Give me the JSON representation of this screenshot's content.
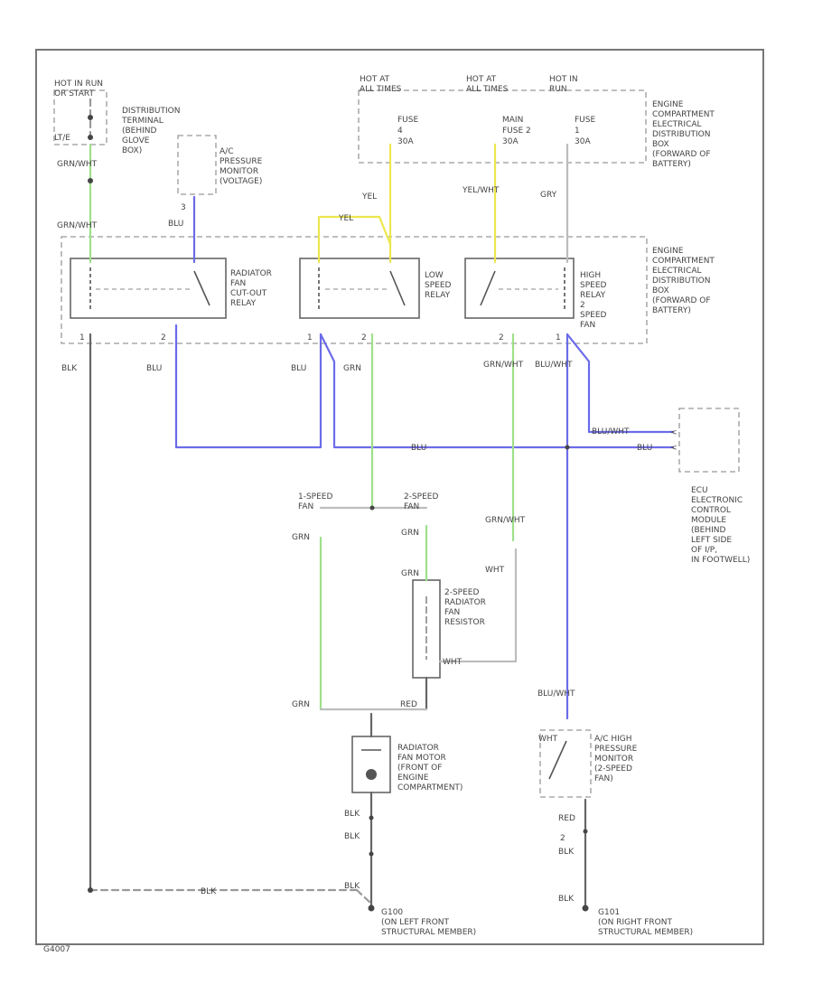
{
  "power": [
    {
      "id": "hot_in_run",
      "lines": [
        "HOT IN RUN",
        "OR START"
      ]
    },
    {
      "id": "hot_at_all_1",
      "lines": [
        "HOT AT",
        "ALL TIMES"
      ]
    },
    {
      "id": "hot_at_all_2",
      "lines": [
        "HOT AT",
        "ALL TIMES"
      ]
    },
    {
      "id": "hot_in_run_2",
      "lines": [
        "HOT IN",
        "RUN"
      ]
    }
  ],
  "fuses": [
    {
      "id": "fuse_a",
      "lines": [
        "FUSE",
        "4",
        "30A"
      ]
    },
    {
      "id": "fuse_b",
      "lines": [
        "MAIN",
        "FUSE 2",
        "30A"
      ]
    },
    {
      "id": "fuse_c",
      "lines": [
        "FUSE",
        "1",
        "30A"
      ]
    }
  ],
  "components": {
    "dist_terminal": [
      "DISTRIBUTION",
      "TERMINAL",
      "(BEHIND",
      "GLOVE",
      "BOX)"
    ],
    "ac_monitor": [
      "A/C",
      "PRESSURE",
      "MONITOR",
      "(VOLTAGE)"
    ],
    "ecd_top": [
      "ENGINE",
      "COMPARTMENT",
      "ELECTRICAL",
      "DISTRIBUTION",
      "BOX",
      "(FORWARD OF",
      "BATTERY)"
    ],
    "ecd_mid": [
      "ENGINE",
      "COMPARTMENT",
      "ELECTRICAL",
      "DISTRIBUTION",
      "BOX",
      "(FORWARD OF",
      "BATTERY)"
    ],
    "cutout_relay": [
      "RADIATOR",
      "FAN",
      "CUT-OUT",
      "RELAY"
    ],
    "low_relay": [
      "LOW",
      "SPEED",
      "RELAY"
    ],
    "high_relay": [
      "HIGH",
      "SPEED",
      "RELAY",
      "2",
      "SPEED",
      "FAN"
    ],
    "ecu": [
      "ECU",
      "ELECTRONIC",
      "CONTROL",
      "MODULE",
      "(BEHIND",
      "LEFT SIDE",
      "OF I/P,",
      "IN FOOTWELL)"
    ],
    "resistor": [
      "2-SPEED",
      "RADIATOR",
      "FAN",
      "RESISTOR"
    ],
    "fan_motor": [
      "RADIATOR",
      "FAN MOTOR",
      "(FRONT OF",
      "ENGINE",
      "COMPARTMENT)"
    ],
    "hp_monitor": [
      "A/C HIGH",
      "PRESSURE",
      "MONITOR",
      "(2-SPEED",
      "FAN)"
    ],
    "g100": [
      "G100",
      "(ON LEFT FRONT",
      "STRUCTURAL MEMBER)"
    ],
    "g101": [
      "G101",
      "(ON RIGHT FRONT",
      "STRUCTURAL MEMBER)"
    ]
  },
  "labels": {
    "lte": "LT/E",
    "wire_grn_wht_1": "GRN/WHT",
    "wire_grn_wht_2": "GRN/WHT",
    "wire_yel": "YEL",
    "wire_yel_2": "YEL",
    "wire_yel_wht": "YEL/WHT",
    "wire_gry": "GRY",
    "wire_blu_top": "BLU",
    "wire_blk_left": "BLK",
    "wire_blu_1": "BLU",
    "wire_blu_2": "BLU",
    "wire_grn": "GRN",
    "wire_grn_wht_3": "GRN/WHT",
    "wire_blu_wht": "BLU/WHT",
    "wire_blu_wht_2": "BLU/WHT",
    "wire_blu_ecu": "BLU",
    "speed1": [
      "1-SPEED",
      "FAN"
    ],
    "speed2": [
      "2-SPEED",
      "FAN"
    ],
    "wire_grn_a": "GRN",
    "wire_grn_b": "GRN",
    "wire_grn_c": "GRN",
    "wire_grn_wht_4": "GRN/WHT",
    "wire_wht": "WHT",
    "wire_wht_2": "WHT",
    "wire_grn_d": "GRN",
    "wire_red": "RED",
    "wire_blu_wht_3": "BLU/WHT",
    "wire_wht_3": "WHT",
    "wire_blk_1": "BLK",
    "wire_blk_2": "BLK",
    "wire_blk_3": "BLK",
    "wire_blk_4": "BLK",
    "wire_blk_5": "BLK",
    "wire_red_2": "RED",
    "wire_blk_bottom": "BLK",
    "fig_id": "G4007",
    "pin1": "1",
    "pin2": "2",
    "pin3": "1",
    "pin4": "2",
    "pin5": "2",
    "pin6": "1",
    "pin7": "3",
    "pin8": "2"
  }
}
